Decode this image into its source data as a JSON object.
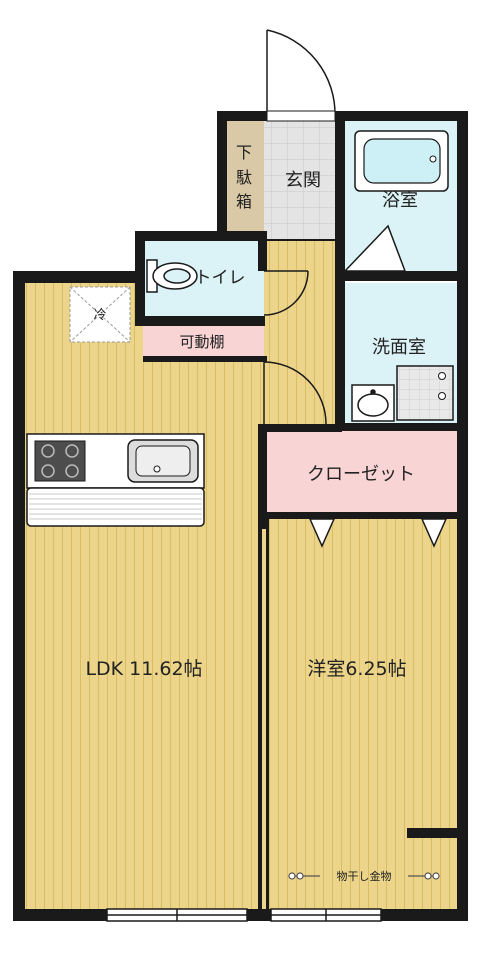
{
  "floor_plan": {
    "rooms": {
      "ldk": "LDK 11.62帖",
      "western_room": "洋室6.25帖",
      "closet": "クローゼット",
      "washroom": "洗面室",
      "bathroom": "浴室",
      "toilet": "トイレ",
      "entrance": "玄関",
      "shoe_box": "下\n駄\n箱",
      "adjustable_shelf": "可動棚",
      "fridge": "冷",
      "hanger": "物干し金物"
    },
    "colors": {
      "wall": "#1a1a1a",
      "floor_wood": "#ecd58a",
      "floor_wood_line": "#d9bd62",
      "wet_area": "#dbf3f7",
      "closet_fill": "#f9d4d4",
      "shoe_box_fill": "#d9c9a6",
      "entrance_tile": "#dcdcdc"
    }
  }
}
